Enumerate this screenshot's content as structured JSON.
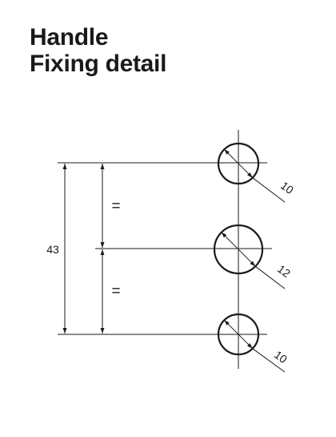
{
  "title": {
    "line1": "Handle",
    "line2": "Fixing detail"
  },
  "drawing": {
    "overall_dimension": "43",
    "equal_spacing_marks": [
      "=",
      "="
    ],
    "holes": [
      {
        "diameter": "10"
      },
      {
        "diameter": "12"
      },
      {
        "diameter": "10"
      }
    ]
  }
}
